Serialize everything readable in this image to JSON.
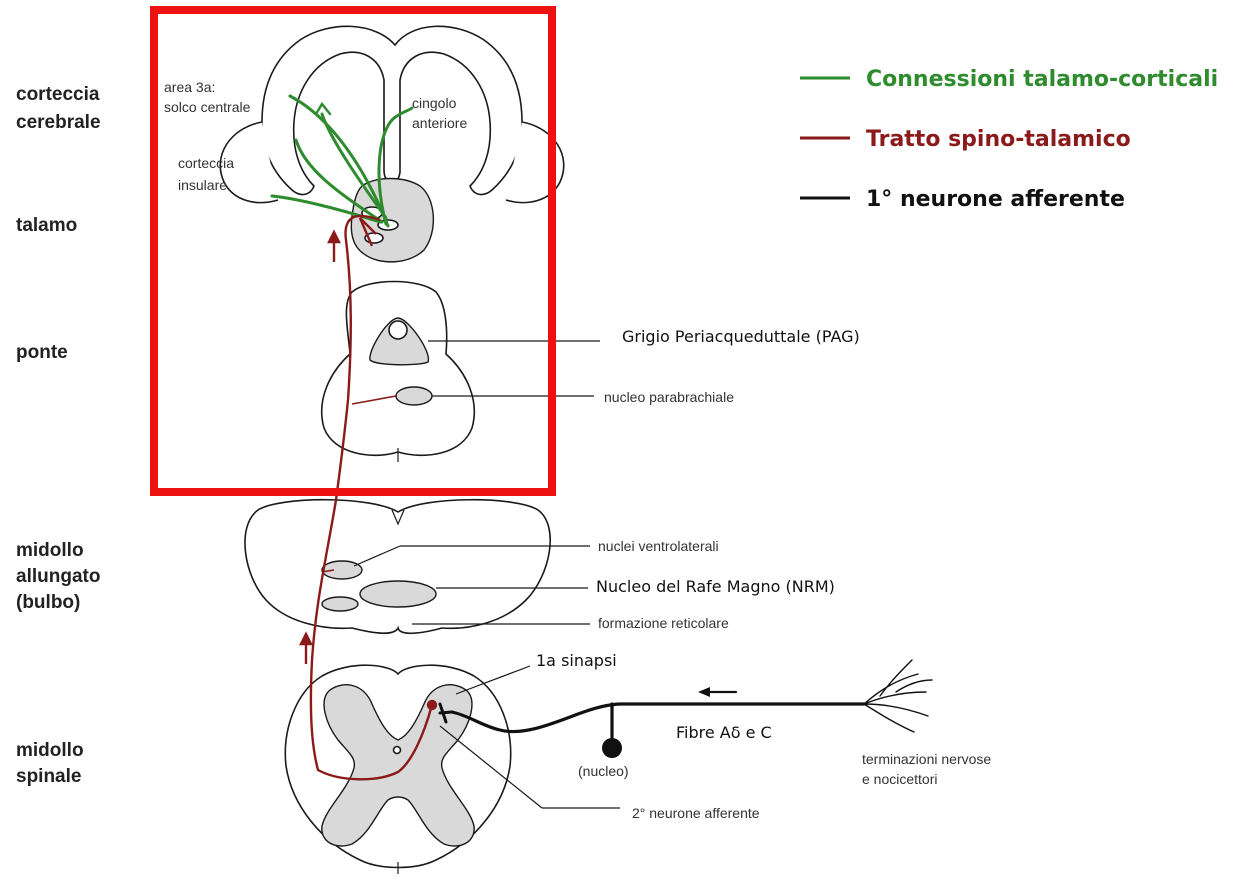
{
  "levels": {
    "cortex_line1": "corteccia",
    "cortex_line2": "cerebrale",
    "thalamus": "talamo",
    "pons": "ponte",
    "medulla_line1": "midollo",
    "medulla_line2": "allungato",
    "medulla_line3": "(bulbo)",
    "spinal_line1": "midollo",
    "spinal_line2": "spinale"
  },
  "cortex_labels": {
    "area3a_line1": "area 3a:",
    "area3a_line2": "solco centrale",
    "cingulate_line1": "cingolo",
    "cingulate_line2": "anteriore",
    "insular_line1": "corteccia",
    "insular_line2": "insulare"
  },
  "structure_labels": {
    "pag": "Grigio Periacqueduttale (PAG)",
    "parabrachial": "nucleo parabrachiale",
    "ventrolateral": "nuclei ventrolaterali",
    "nrm": "Nucleo del Rafe Magno (NRM)",
    "reticular": "formazione reticolare",
    "first_synapse": "1a sinapsi",
    "fibers": "Fibre Aδ e C",
    "nucleus": "(nucleo)",
    "endings_line1": "terminazioni nervose",
    "endings_line2": "e nocicettori",
    "second_neuron": "2° neurone afferente"
  },
  "legend": [
    {
      "label": "Connessioni talamo-corticali",
      "color": "#2e8b2e"
    },
    {
      "label": "Tratto spino-talamico",
      "color": "#8b1a1a"
    },
    {
      "label": "1° neurone afferente",
      "color": "#111111"
    }
  ],
  "colors": {
    "highlight_box": "#ee1111",
    "thalamocortical": "#2e8b2e",
    "spinothalamic": "#8b1a1a",
    "first_neuron": "#111111",
    "grey_matter": "#d9d9d9"
  }
}
